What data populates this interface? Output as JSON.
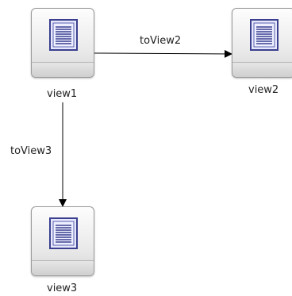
{
  "nodes": {
    "view1": {
      "label": "view1"
    },
    "view2": {
      "label": "view2"
    },
    "view3": {
      "label": "view3"
    }
  },
  "edges": {
    "to_view2": {
      "label": "toView2"
    },
    "to_view3": {
      "label": "toView3"
    }
  },
  "icon": "page-document-icon",
  "colors": {
    "icon_fill": "#e7e9fb",
    "icon_stroke": "#3a3f8f",
    "edge": "#000000"
  }
}
